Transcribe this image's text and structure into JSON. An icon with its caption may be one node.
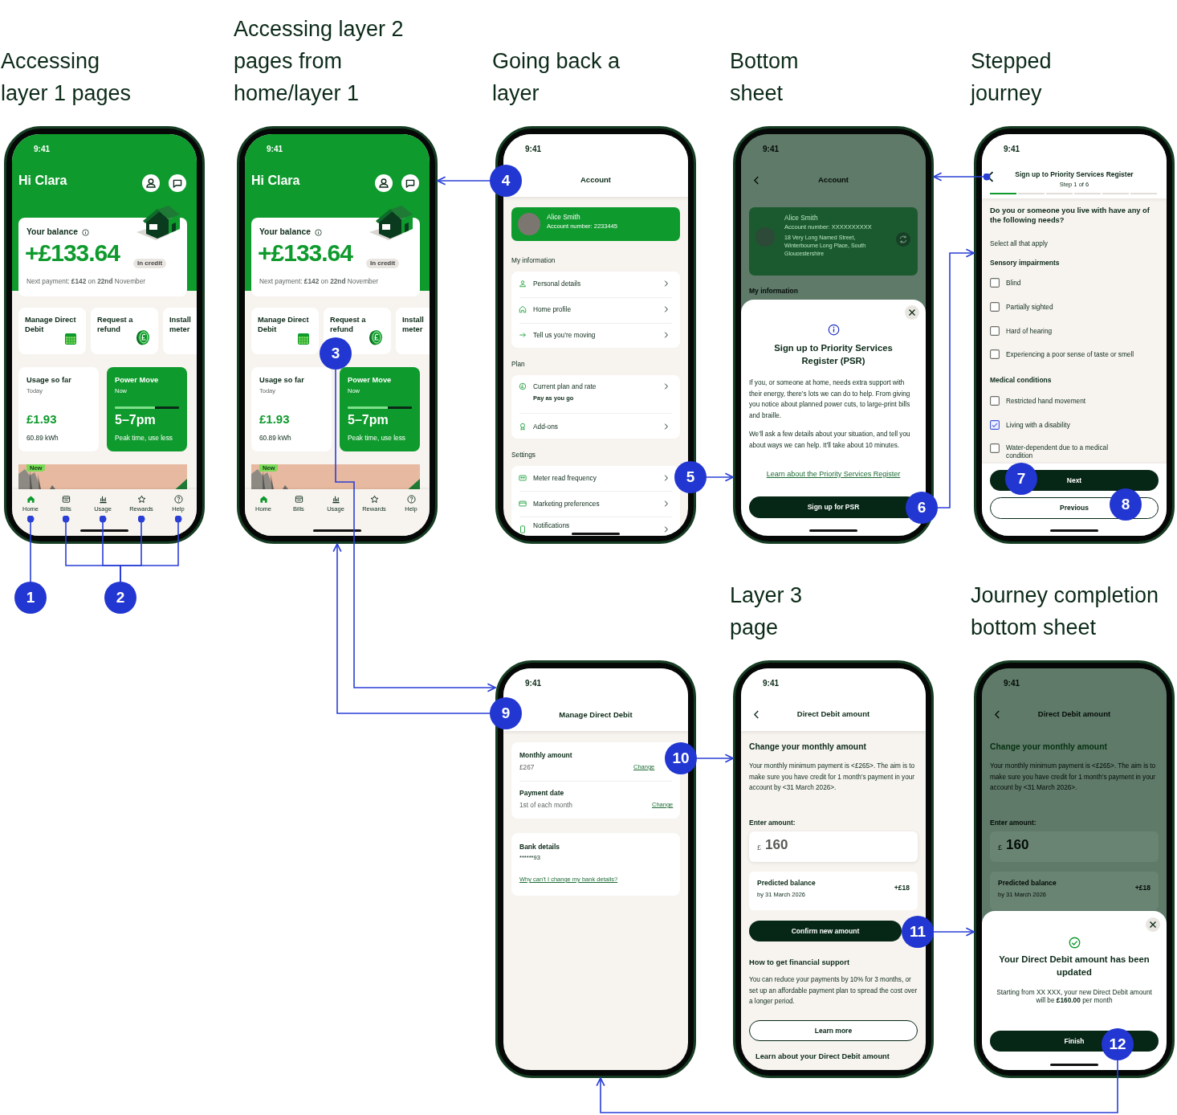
{
  "diagram": {
    "nodes": [
      {
        "text": [
          "Accessing layer 1 pages",
          "9:41",
          "Hi Clara",
          "Your balance",
          "+£133.64",
          "In credit",
          "Next payment: **£142** on **22nd** November",
          "Manage Direct Debit",
          "Request a refund",
          "Install meter",
          "Usage so far",
          "Today",
          "£1.93",
          "60.89 kWh",
          "Power Move",
          "Now",
          "5–7pm",
          "Peak time, use less",
          "New"
        ]
      },
      {
        "text": [
          "Home"
        ],
        "in": 0
      },
      {
        "text": [
          "Bills"
        ],
        "in": 0
      },
      {
        "text": [
          "Usage"
        ],
        "in": 0
      },
      {
        "text": [
          "Rewards"
        ],
        "in": 0
      },
      {
        "text": [
          "Help"
        ],
        "in": 0
      },
      {
        "text": [
          "Accessing layer 2 pages from home/layer 1",
          "9:41",
          "Hi Clara",
          "Your balance",
          "+£133.64",
          "In credit",
          "Next payment: **£142** on **22nd** November",
          "Manage Direct Debit",
          "Request a refund",
          "Install meter",
          "Usage so far",
          "Today",
          "£1.93",
          "60.89 kWh",
          "Power Move",
          "Now",
          "5–7pm",
          "Peak time, use less",
          "New",
          "Home",
          "Bills",
          "Usage",
          "Rewards",
          "Help"
        ]
      },
      {
        "text": [
          "Going back a layer",
          "9:41",
          "Account",
          "Alice Smith",
          "Account number: 2233445",
          "My information",
          "Personal details",
          "Home profile",
          "Tell us you’re moving",
          "Plan",
          "Current plan and rate",
          "Pay as you go",
          "Add-ons",
          "Settings",
          "Meter read frequency",
          "Marketing preferences",
          "Notifications"
        ]
      },
      {
        "text": [
          "Bottom sheet",
          "9:41",
          "Account",
          "Alice Smith",
          "Account number: XXXXXXXXXX",
          "18 Very Long Named Street, Winterbourne Long Place, South Gloucestershire",
          "My information",
          "Sign up to Priority Services Register (PSR)",
          "If you, or someone at home, needs extra support with their energy, there’s lots we can do to help. From giving you notice about planned power cuts, to large-print bills and braille.",
          "We’ll ask a few details about your situation, and tell you about ways we can help. It’ll take about 10 minutes.",
          "Learn about the Priority Services Register",
          "Sign up for PSR"
        ]
      },
      {
        "text": [
          "Stepped journey",
          "9:41",
          "Sign up to Priority Services Register",
          "Step 1 of 6",
          "Do you or someone you live with have any of the following needs?",
          "Select all that apply",
          "Sensory impairments",
          "Blind",
          "Partially sighted",
          "Hard of hearing",
          "Experiencing a poor sense of taste or smell",
          "Medical conditions",
          "Restricted hand movement",
          "Living with a disability",
          "Water-dependent due to a medical condition",
          "Next",
          "Previous"
        ]
      },
      {
        "text": [
          "9:41",
          "Manage Direct Debit",
          "Monthly amount",
          "£267",
          "Change",
          "Payment date",
          "1st of each month",
          "Change",
          "Bank details",
          "******93",
          "Why can’t I change my bank details?"
        ]
      },
      {
        "text": [
          "Layer 3 page",
          "9:41",
          "Direct Debit amount",
          "Change your monthly amount",
          "Your monthly minimum payment is <£265>. The aim is to make sure you have credit for 1 month’s payment in your account by <31 March 2026>.",
          "Enter amount:",
          "£",
          "160",
          "Predicted balance",
          "by 31 March 2026",
          "+£18",
          "Confirm new amount",
          "How to get financial support",
          "You can reduce your payments by 10% for 3 months, or set up an affordable payment plan to spread the cost over a longer period.",
          "Learn more",
          "Learn about your Direct Debit amount"
        ]
      },
      {
        "text": [
          "Journey completion bottom sheet",
          "9:41",
          "Direct Debit amount",
          "Change your monthly amount",
          "Your monthly minimum payment is <£265>. The aim is to make sure you have credit for 1 month’s payment in your account by <31 March 2026>.",
          "Enter amount:",
          "£",
          "160",
          "Predicted balance",
          "by 31 March 2026",
          "+£18",
          "Your Direct Debit amount has been updated",
          "Starting from XX XXX, your new Direct Debit amount will be **£160.00** per month",
          "Finish"
        ]
      },
      {
        "text": [
          "1"
        ]
      },
      {
        "text": [
          "2"
        ]
      },
      {
        "text": [
          "3"
        ],
        "in": 6
      },
      {
        "text": [
          "4"
        ]
      },
      {
        "text": [
          "5"
        ]
      },
      {
        "text": [
          "6"
        ]
      },
      {
        "text": [
          "7"
        ],
        "in": 9
      },
      {
        "text": [
          "8"
        ],
        "in": 9
      },
      {
        "text": [
          "9"
        ]
      },
      {
        "text": [
          "10"
        ],
        "in": 10
      },
      {
        "text": [
          "11"
        ],
        "in": 11
      },
      {
        "text": [
          "12"
        ],
        "in": 12
      },
      {
        "text": [],
        "shape": "chevron",
        "in": 9
      }
    ],
    "edges": [
      {
        "from": 13,
        "to": 1,
        "arrow": "other"
      },
      {
        "from": 14,
        "to": 2,
        "arrow": "other"
      },
      {
        "from": 14,
        "to": 3,
        "arrow": "other"
      },
      {
        "from": 14,
        "to": 4,
        "arrow": "other"
      },
      {
        "from": 14,
        "to": 5,
        "arrow": "other"
      },
      {
        "from": 15,
        "to": 10,
        "arrow": "to"
      },
      {
        "from": 16,
        "to": 6,
        "arrow": "to"
      },
      {
        "from": 17,
        "to": 8,
        "arrow": "to"
      },
      {
        "from": 18,
        "to": 9,
        "arrow": "to"
      },
      {
        "from": 25,
        "to": 8,
        "arrow": "to"
      },
      {
        "from": 21,
        "to": 6,
        "arrow": "to"
      },
      {
        "from": 22,
        "to": 11,
        "arrow": "to"
      },
      {
        "from": 23,
        "to": 12,
        "arrow": "to"
      },
      {
        "from": 24,
        "to": 10,
        "arrow": "to"
      }
    ]
  }
}
